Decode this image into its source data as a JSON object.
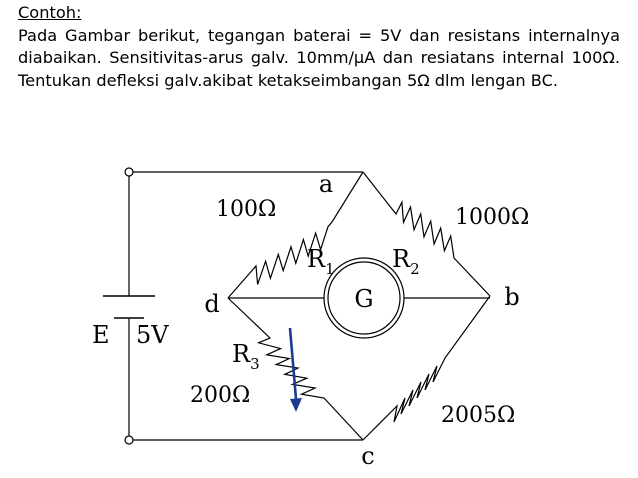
{
  "problem": {
    "heading": "Contoh:",
    "text": "Pada Gambar berikut, tegangan baterai = 5V dan resistans internalnya diabaikan. Sensitivitas-arus galv. 10mm/μA dan resiatans internal 100Ω. Tentukan defleksi galv.akibat ketakseimbangan 5Ω dlm lengan BC."
  },
  "circuit": {
    "nodes": {
      "a": "a",
      "b": "b",
      "c": "c",
      "d": "d"
    },
    "battery": {
      "symbol": "E",
      "value": "5V"
    },
    "galvanometer": {
      "symbol": "G"
    },
    "resistors": {
      "r1": {
        "name": "R",
        "subscript": "1",
        "value": "100Ω"
      },
      "r2": {
        "name": "R",
        "subscript": "2",
        "value": "1000Ω"
      },
      "r3": {
        "name": "R",
        "subscript": "3",
        "value": "200Ω"
      },
      "r4": {
        "value": "2005Ω"
      }
    }
  }
}
